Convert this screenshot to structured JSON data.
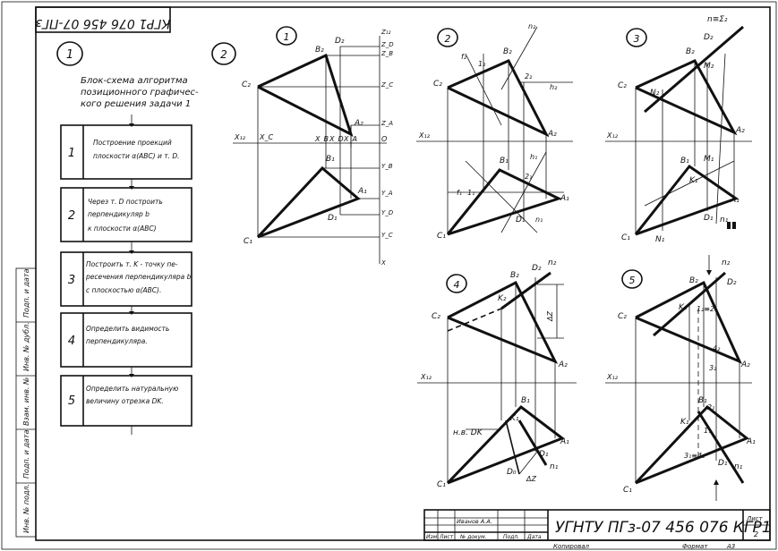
{
  "stamp": {
    "title": "УГНТУ ПГз-07 456 076 КГР1",
    "sheet_label": "Лист",
    "sheet_number": "2",
    "author": "Иванов А.А.",
    "row_labels": [
      "Изм.",
      "Лист",
      "№ докум.",
      "Подп.",
      "Дата"
    ],
    "copied": "Копировал",
    "format": "Формат",
    "format_value": "А3"
  },
  "top_corner_code": "КГР1 076 456 07-ПГз",
  "side_labels": [
    "Подп. и дата",
    "Инв. № дубл.",
    "Взам. инв. №",
    "Подп. и дата",
    "Инв. № подл."
  ],
  "flowchart": {
    "number": "1",
    "title_lines": [
      "Блок-схема алгоритма",
      "позиционного графичес-",
      "кого решения задачи 1"
    ],
    "steps": [
      {
        "n": "1",
        "lines": [
          "Построение проекций",
          "плоскости α(ABC) и т. D."
        ]
      },
      {
        "n": "2",
        "lines": [
          "Через т. D построить",
          "перпендикуляр b",
          "к плоскости α(ABC)"
        ]
      },
      {
        "n": "3",
        "lines": [
          "Построить т. K - точку пе-",
          "ресечения перпендикуляра b",
          "с плоскостью α(ABC)."
        ]
      },
      {
        "n": "4",
        "lines": [
          "Определить видимость",
          "перпендикуляра."
        ]
      },
      {
        "n": "5",
        "lines": [
          "Определить натуральную",
          "величину отрезка DK."
        ]
      }
    ]
  },
  "panel_numbers": [
    "2",
    "1",
    "2",
    "3",
    "4",
    "5"
  ],
  "labels": {
    "p1": [
      "C₂",
      "B₂",
      "D₂",
      "A₂",
      "X₁₂",
      "X_C",
      "X_B",
      "X_D",
      "X_A",
      "O",
      "C₁",
      "B₁",
      "A₁",
      "D₁",
      "Z₁₂",
      "Z_B",
      "Z_D",
      "Z_C",
      "Z_A",
      "Y_B",
      "Y_A",
      "Y_D",
      "Y_C",
      "X"
    ],
    "p2": [
      "C₂",
      "B₂",
      "A₂",
      "n₂",
      "f₂",
      "h₂",
      "1₂",
      "2₂",
      "X₁₂",
      "C₁",
      "B₁",
      "A₁",
      "D₁",
      "f₁",
      "1₁",
      "n₁",
      "h₁",
      "2₁"
    ],
    "p3": [
      "n≡Σ₂",
      "D₂",
      "B₂",
      "C₂",
      "M₂",
      "N₂",
      "A₂",
      "X₁₂",
      "B₁",
      "K₁",
      "C₁",
      "N₁",
      "A₁",
      "D₁",
      "n₁",
      "M₁"
    ],
    "p4": [
      "B₂",
      "D₂",
      "n₂",
      "K₂",
      "C₂",
      "A₂",
      "ΔZ",
      "X₁₂",
      "B₁",
      "K₁",
      "A₁",
      "D₁",
      "n₁",
      "C₁",
      "D₀",
      "ΔZ",
      "н.в. DK"
    ],
    "p5": [
      "B₂",
      "D₂",
      "n₂",
      "K₂",
      "C₂",
      "A₂",
      "1₂≡2₂",
      "4₂",
      "3₂",
      "X₁₂",
      "B₁",
      "2₁",
      "K₁",
      "A₁",
      "1₁",
      "3₁≡4₁",
      "D₁",
      "n₁",
      "C₁"
    ]
  }
}
